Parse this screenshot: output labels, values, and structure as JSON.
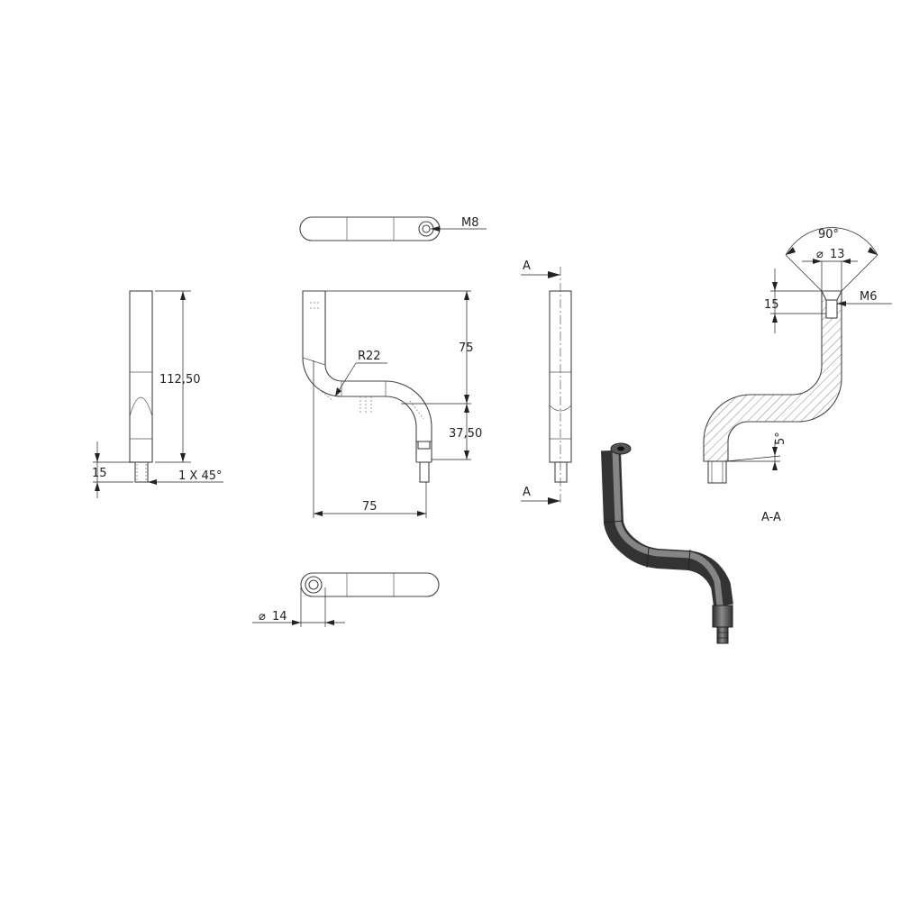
{
  "dimensions": {
    "thread_top": "M8",
    "height_total": "112,50",
    "stub_length_left": "15",
    "chamfer": "1 X 45°",
    "bend_radius": "R22",
    "height_upper": "75",
    "height_lower": "37,50",
    "width_offset": "75",
    "diameter_bar": "14",
    "angle_top": "90°",
    "diameter_counterbore": "13",
    "depth_counterbore": "15",
    "thread_section": "M6",
    "angle_tip": "5°"
  },
  "section": {
    "marker_top": "A",
    "marker_bottom": "A",
    "label": "A-A"
  },
  "symbols": {
    "diameter_sign": "⌀"
  },
  "colors": {
    "line": "#444444",
    "hatch": "#666666",
    "render_dark": "#3d3d3d",
    "render_light": "#8a8a8a"
  }
}
